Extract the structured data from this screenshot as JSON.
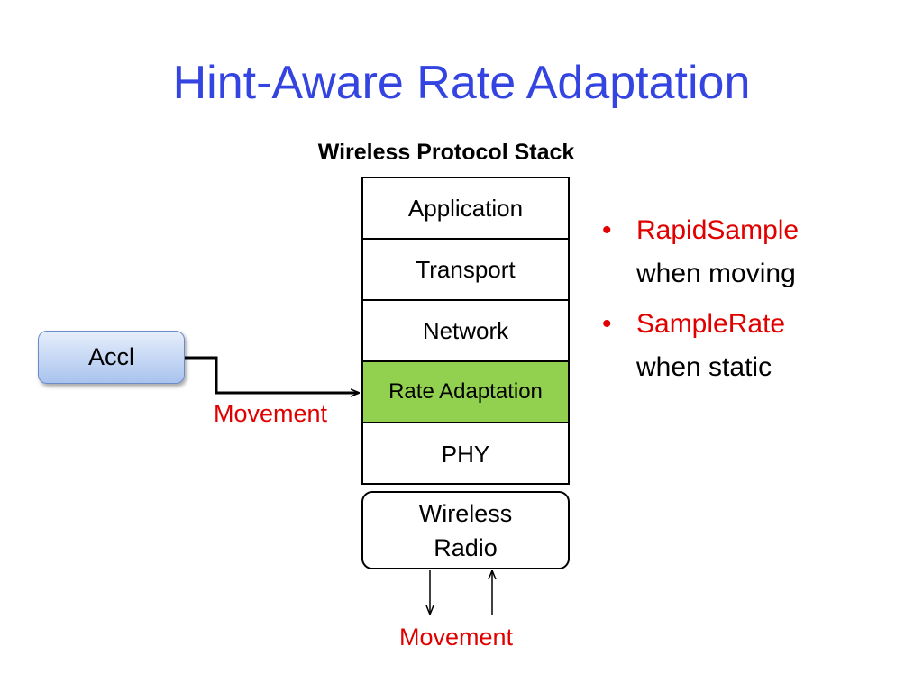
{
  "title": "Hint-Aware Rate Adaptation",
  "stack_title": "Wireless Protocol Stack",
  "stack_layers": [
    "Application",
    "Transport",
    "Network",
    "Rate Adaptation",
    "PHY"
  ],
  "radio": {
    "line1": "Wireless",
    "line2": "Radio"
  },
  "sensor": "Accl",
  "movement_left": "Movement",
  "movement_bottom": "Movement",
  "bullets": [
    {
      "highlight": "RapidSample",
      "text": "when moving"
    },
    {
      "highlight": "SampleRate",
      "text": "when static"
    }
  ],
  "colors": {
    "title": "#3344e0",
    "highlight_layer": "#92d050",
    "accent_red": "#e00000"
  }
}
